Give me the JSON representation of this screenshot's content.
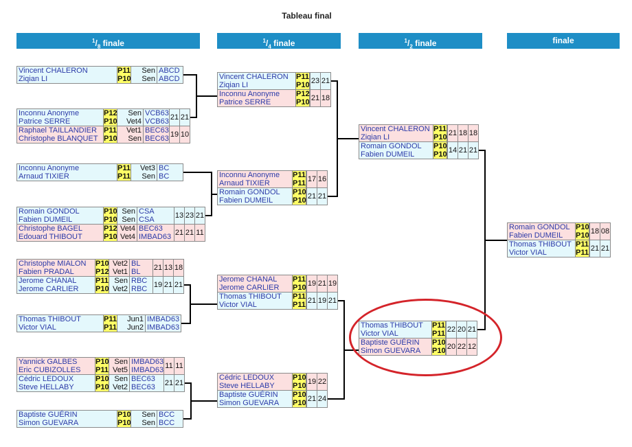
{
  "title": "Tableau final",
  "rounds": {
    "r16": {
      "num": "1",
      "den": "8",
      "suffix": " finale"
    },
    "qf": {
      "num": "1",
      "den": "4",
      "suffix": " finale"
    },
    "sf": {
      "num": "1",
      "den": "2",
      "suffix": " finale"
    },
    "final": {
      "label": "finale"
    }
  },
  "matches": {
    "r16_1": {
      "teams": [
        {
          "p1": "Vincent CHALERON",
          "p2": "Ziqian LI",
          "r1": "P11",
          "r2": "P10",
          "c1": "Sen",
          "c2": "Sen",
          "k1": "ABCD",
          "k2": "ABCD",
          "scores": []
        }
      ]
    },
    "r16_2": {
      "teams": [
        {
          "p1": "Inconnu Anonyme",
          "p2": "Patrice SERRE",
          "r1": "P12",
          "r2": "P10",
          "c1": "Sen",
          "c2": "Vet4",
          "k1": "VCB63",
          "k2": "VCB63",
          "scores": [
            "21",
            "21"
          ]
        },
        {
          "p1": "Raphael TAILLANDIER",
          "p2": "Christophe BLANQUET",
          "r1": "P11",
          "r2": "P10",
          "c1": "Vet1",
          "c2": "Sen",
          "k1": "BEC63",
          "k2": "BEC63",
          "scores": [
            "19",
            "10"
          ]
        }
      ]
    },
    "r16_3": {
      "teams": [
        {
          "p1": "Inconnu Anonyme",
          "p2": "Arnaud TIXIER",
          "r1": "P11",
          "r2": "P11",
          "c1": "Vet3",
          "c2": "Sen",
          "k1": "BC",
          "k2": "BC",
          "scores": []
        }
      ]
    },
    "r16_4": {
      "teams": [
        {
          "p1": "Romain GONDOL",
          "p2": "Fabien DUMEIL",
          "r1": "P10",
          "r2": "P10",
          "c1": "Sen",
          "c2": "Sen",
          "k1": "CSA",
          "k2": "CSA",
          "scores": [
            "13",
            "23",
            "21"
          ]
        },
        {
          "p1": "Christophe BAGEL",
          "p2": "Edouard THIBOUT",
          "r1": "P12",
          "r2": "P10",
          "c1": "Vet4",
          "c2": "Vet4",
          "k1": "BEC63",
          "k2": "IMBAD63",
          "scores": [
            "21",
            "21",
            "11"
          ]
        }
      ]
    },
    "r16_5": {
      "teams": [
        {
          "p1": "Christophe MIALON",
          "p2": "Fabien PRADAL",
          "r1": "P10",
          "r2": "P12",
          "c1": "Vet2",
          "c2": "Vet1",
          "k1": "BL",
          "k2": "BL",
          "scores": [
            "21",
            "13",
            "18"
          ]
        },
        {
          "p1": "Jerome CHANAL",
          "p2": "Jerome CARLIER",
          "r1": "P11",
          "r2": "P10",
          "c1": "Sen",
          "c2": "Vet2",
          "k1": "RBC",
          "k2": "RBC",
          "scores": [
            "19",
            "21",
            "21"
          ]
        }
      ]
    },
    "r16_6": {
      "teams": [
        {
          "p1": "Thomas THIBOUT",
          "p2": "Victor VIAL",
          "r1": "P11",
          "r2": "P11",
          "c1": "Jun1",
          "c2": "Jun2",
          "k1": "IMBAD63",
          "k2": "IMBAD63",
          "scores": []
        }
      ]
    },
    "r16_7": {
      "teams": [
        {
          "p1": "Yannick GALBES",
          "p2": "Eric CUBIZOLLES",
          "r1": "P10",
          "r2": "P11",
          "c1": "Sen",
          "c2": "Vet5",
          "k1": "IMBAD63",
          "k2": "IMBAD63",
          "scores": [
            "11",
            "11"
          ]
        },
        {
          "p1": "Cédric LEDOUX",
          "p2": "Steve HELLABY",
          "r1": "P10",
          "r2": "P10",
          "c1": "Sen",
          "c2": "Vet2",
          "k1": "BEC63",
          "k2": "BEC63",
          "scores": [
            "21",
            "21"
          ]
        }
      ]
    },
    "r16_8": {
      "teams": [
        {
          "p1": "Baptiste GUÉRIN",
          "p2": "Simon GUEVARA",
          "r1": "P10",
          "r2": "P10",
          "c1": "Sen",
          "c2": "Sen",
          "k1": "BCC",
          "k2": "BCC",
          "scores": []
        }
      ]
    },
    "qf_1": {
      "teams": [
        {
          "p1": "Vincent CHALERON",
          "p2": "Ziqian LI",
          "r1": "P11",
          "r2": "P10",
          "scores": [
            "23",
            "21"
          ]
        },
        {
          "p1": "Inconnu Anonyme",
          "p2": "Patrice SERRE",
          "r1": "P12",
          "r2": "P10",
          "scores": [
            "21",
            "18"
          ]
        }
      ]
    },
    "qf_2": {
      "teams": [
        {
          "p1": "Inconnu Anonyme",
          "p2": "Arnaud TIXIER",
          "r1": "P11",
          "r2": "P11",
          "scores": [
            "17",
            "16"
          ]
        },
        {
          "p1": "Romain GONDOL",
          "p2": "Fabien DUMEIL",
          "r1": "P10",
          "r2": "P10",
          "scores": [
            "21",
            "21"
          ]
        }
      ]
    },
    "qf_3": {
      "teams": [
        {
          "p1": "Jerome CHANAL",
          "p2": "Jerome CARLIER",
          "r1": "P11",
          "r2": "P10",
          "scores": [
            "19",
            "21",
            "19"
          ]
        },
        {
          "p1": "Thomas THIBOUT",
          "p2": "Victor VIAL",
          "r1": "P11",
          "r2": "P11",
          "scores": [
            "21",
            "19",
            "21"
          ]
        }
      ]
    },
    "qf_4": {
      "teams": [
        {
          "p1": "Cédric LEDOUX",
          "p2": "Steve HELLABY",
          "r1": "P10",
          "r2": "P10",
          "scores": [
            "19",
            "22"
          ]
        },
        {
          "p1": "Baptiste GUÉRIN",
          "p2": "Simon GUEVARA",
          "r1": "P10",
          "r2": "P10",
          "scores": [
            "21",
            "24"
          ]
        }
      ]
    },
    "sf_1": {
      "teams": [
        {
          "p1": "Vincent CHALERON",
          "p2": "Ziqian LI",
          "r1": "P11",
          "r2": "P10",
          "scores": [
            "21",
            "18",
            "18"
          ]
        },
        {
          "p1": "Romain GONDOL",
          "p2": "Fabien DUMEIL",
          "r1": "P10",
          "r2": "P10",
          "scores": [
            "14",
            "21",
            "21"
          ]
        }
      ]
    },
    "sf_2": {
      "teams": [
        {
          "p1": "Thomas THIBOUT",
          "p2": "Victor VIAL",
          "r1": "P11",
          "r2": "P11",
          "scores": [
            "22",
            "20",
            "21"
          ]
        },
        {
          "p1": "Baptiste GUÉRIN",
          "p2": "Simon GUEVARA",
          "r1": "P10",
          "r2": "P10",
          "scores": [
            "20",
            "22",
            "12"
          ]
        }
      ]
    },
    "final_1": {
      "teams": [
        {
          "p1": "Romain GONDOL",
          "p2": "Fabien DUMEIL",
          "r1": "P10",
          "r2": "P10",
          "scores": [
            "18",
            "08"
          ]
        },
        {
          "p1": "Thomas THIBOUT",
          "p2": "Victor VIAL",
          "r1": "P11",
          "r2": "P11",
          "scores": [
            "21",
            "21"
          ]
        }
      ]
    }
  },
  "colors": {
    "header": "#1e8ec6",
    "winner_row": "#e4f8fc",
    "loser_row": "#fce0e0",
    "rank_cell": "#ffff66",
    "highlight_oval": "#d4242a"
  }
}
